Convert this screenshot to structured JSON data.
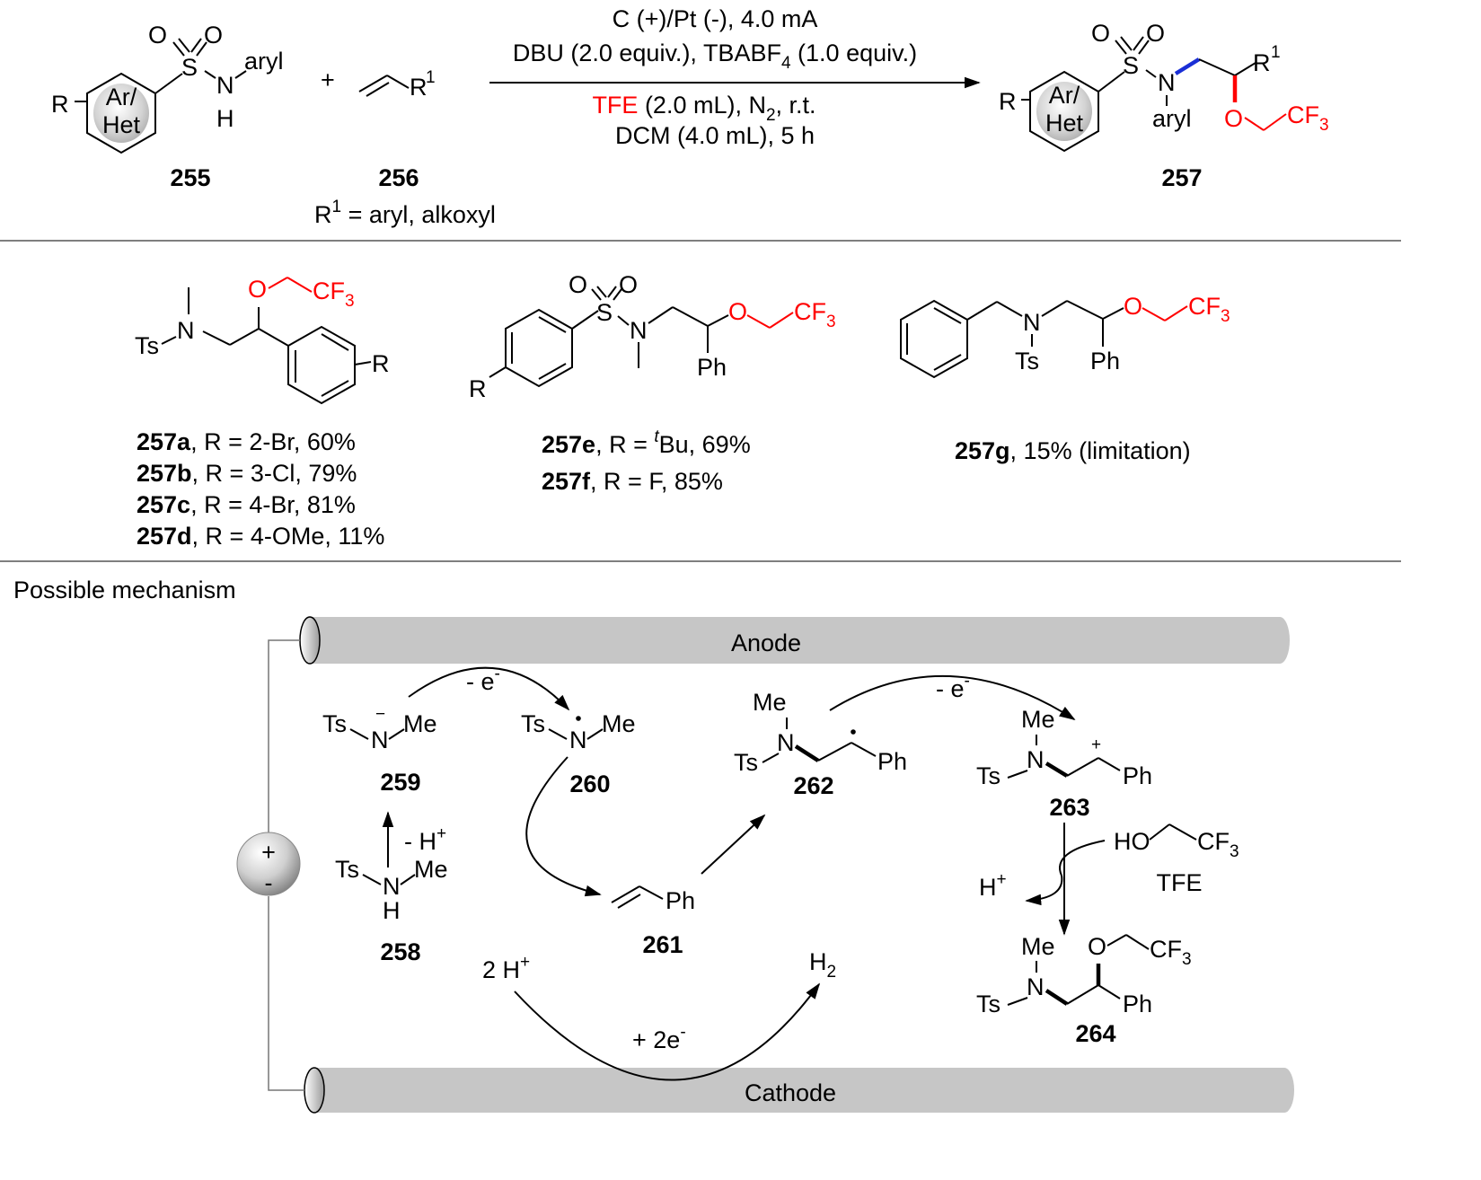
{
  "colors": {
    "highlight_red": "#ff0000",
    "highlight_blue": "#1a2fd6",
    "electrode_gray": "#c6c6c6"
  },
  "reaction": {
    "conditions": {
      "line1": "C (+)/Pt (-), 4.0 mA",
      "line2a": "DBU (2.0 equiv.), TBABF",
      "line2_sub": "4",
      "line2b": " (1.0 equiv.)",
      "line3_red": "TFE",
      "line3a": " (2.0 mL), N",
      "line3_sub": "2",
      "line3b": ", r.t.",
      "line4": "DCM (4.0 mL), 5 h"
    },
    "reactant1": {
      "id": "255",
      "ring_top": "Ar/",
      "ring_bottom": "Het",
      "r": "R",
      "s": "S",
      "o1": "O",
      "o2": "O",
      "n": "N",
      "h": "H",
      "aryl": "aryl"
    },
    "plus": "+",
    "reactant2": {
      "id": "256",
      "r": "R",
      "r_sup": "1",
      "note_a": "R",
      "note_sup": "1",
      "note_b": " = aryl, alkoxyl"
    },
    "product": {
      "id": "257",
      "ring_top": "Ar/",
      "ring_bottom": "Het",
      "r": "R",
      "s": "S",
      "o1": "O",
      "o2": "O",
      "n": "N",
      "aryl": "aryl",
      "r1": "R",
      "r1_sup": "1",
      "o_red": "O",
      "cf3": "CF",
      "cf3_sub": "3"
    }
  },
  "scope": [
    {
      "structure": {
        "ts": "Ts",
        "n": "N",
        "o": "O",
        "cf3": "CF",
        "cf3_sub": "3",
        "r": "R"
      },
      "entries": [
        {
          "id": "257a",
          "text": ", R = 2-Br, 60%"
        },
        {
          "id": "257b",
          "text": ", R = 3-Cl, 79%"
        },
        {
          "id": "257c",
          "text": ", R = 4-Br, 81%"
        },
        {
          "id": "257d",
          "text": ", R = 4-OMe, 11%"
        }
      ]
    },
    {
      "structure": {
        "o1": "O",
        "o2": "O",
        "s": "S",
        "n": "N",
        "o": "O",
        "cf3": "CF",
        "cf3_sub": "3",
        "ph": "Ph",
        "r": "R"
      },
      "entries": [
        {
          "id": "257e",
          "text_a": ", R = ",
          "sup": "t",
          "text_b": "Bu, 69%"
        },
        {
          "id": "257f",
          "text": ", R = F, 85%"
        }
      ]
    },
    {
      "structure": {
        "n": "N",
        "ts": "Ts",
        "o": "O",
        "cf3": "CF",
        "cf3_sub": "3",
        "ph": "Ph"
      },
      "entries": [
        {
          "id": "257g",
          "text": ", 15% (limitation)"
        }
      ]
    }
  ],
  "mechanism": {
    "title": "Possible mechanism",
    "anode": "Anode",
    "cathode": "Cathode",
    "plus": "+",
    "minus": "-",
    "species": {
      "c259": {
        "id": "259",
        "ts": "Ts",
        "n": "N",
        "charge": "−",
        "me": "Me"
      },
      "c260": {
        "id": "260",
        "ts": "Ts",
        "n": "N",
        "me": "Me"
      },
      "c258": {
        "id": "258",
        "ts": "Ts",
        "n": "N",
        "h": "H",
        "me": "Me"
      },
      "c261": {
        "id": "261",
        "ph": "Ph"
      },
      "c262": {
        "id": "262",
        "me": "Me",
        "n": "N",
        "ts": "Ts",
        "ph": "Ph"
      },
      "c263": {
        "id": "263",
        "me": "Me",
        "n": "N",
        "ts": "Ts",
        "ph": "Ph",
        "charge": "+"
      },
      "c264": {
        "id": "264",
        "me": "Me",
        "n": "N",
        "ts": "Ts",
        "ph": "Ph",
        "o": "O",
        "cf3": "CF",
        "cf3_sub": "3"
      },
      "tfe": {
        "ho": "HO",
        "cf3": "CF",
        "cf3_sub": "3",
        "label": "TFE"
      }
    },
    "labels": {
      "ox1": "- e",
      "ox1_sup": "-",
      "ox2": "- e",
      "ox2_sup": "-",
      "deprot": "- H",
      "deprot_sup": "+",
      "hplus": "H",
      "hplus_sup": "+",
      "twoH": "2 H",
      "twoH_sup": "+",
      "h2": "H",
      "h2_sub": "2",
      "e2": "+ 2e",
      "e2_sup": "-"
    }
  }
}
